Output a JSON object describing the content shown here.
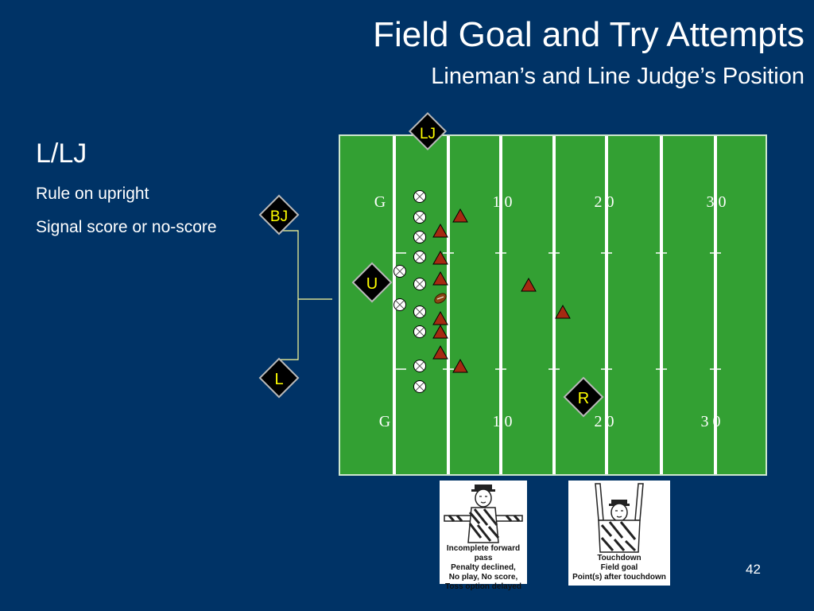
{
  "slide": {
    "title": "Field Goal and Try Attempts",
    "subtitle": "Lineman’s and Line Judge’s Position",
    "page_number": "42"
  },
  "side_panel": {
    "heading": "L/LJ",
    "lines": [
      "Rule on upright",
      "Signal score or no-score"
    ]
  },
  "field": {
    "top_labels": [
      "G",
      "1 0",
      "2 0",
      "3 0"
    ],
    "bottom_labels": [
      "G",
      "1 0",
      "2 0",
      "3 0"
    ]
  },
  "officials": {
    "lj": "LJ",
    "bj": "BJ",
    "u": "U",
    "l": "L",
    "r": "R"
  },
  "signals": [
    {
      "icon": "incomplete-pass-signal-icon",
      "caption": [
        "Incomplete forward pass",
        "Penalty declined,",
        "No play, No score,",
        "Toss option delayed"
      ]
    },
    {
      "icon": "touchdown-signal-icon",
      "caption": [
        "Touchdown",
        "Field goal",
        "Point(s) after touchdown"
      ]
    }
  ],
  "colors": {
    "background": "#003366",
    "field": "#33a033",
    "official_marker": "#000000",
    "official_text": "#ffff00",
    "defense_triangle": "#a52a12",
    "offense_circle": "#ffffff",
    "leader_line": "#ffff99"
  }
}
